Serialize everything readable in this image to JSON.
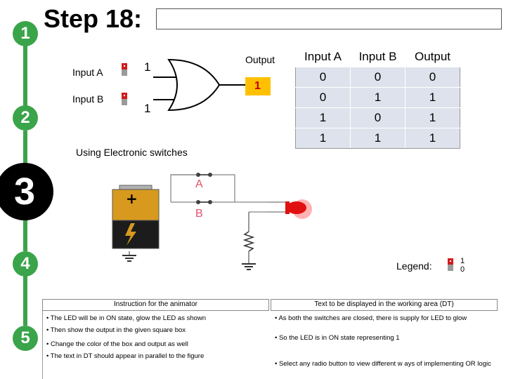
{
  "title": "Step 18:",
  "steps": [
    "1",
    "2",
    "3",
    "4",
    "5"
  ],
  "labels": {
    "input_a": "Input A",
    "input_b": "Input B",
    "value_a": "1",
    "value_b": "1",
    "output": "Output",
    "output_value": "1",
    "electronic_switches": "Using Electronic switches",
    "switch_a": "A",
    "switch_b": "B",
    "legend": "Legend:",
    "legend_on": "1",
    "legend_off": "0"
  },
  "colors": {
    "step_green": "#3aa44a",
    "output_box": "#ffc000",
    "led_red": "#e01010",
    "table_fill": "#dde2ec"
  },
  "truth_table": {
    "headers": [
      "Input A",
      "Input B",
      "Output"
    ],
    "rows": [
      [
        "0",
        "0",
        "0"
      ],
      [
        "0",
        "1",
        "1"
      ],
      [
        "1",
        "0",
        "1"
      ],
      [
        "1",
        "1",
        "1"
      ]
    ]
  },
  "animator": {
    "heading": "Instruction for the animator",
    "items": [
      "The LED will be in ON state, glow the LED as shown",
      "Then show the output in the given square box",
      "Change the color of the box and output as well",
      "The text in DT should appear  in parallel to the figure"
    ]
  },
  "dt": {
    "heading": "Text to be displayed in the working area (DT)",
    "items": [
      "As both the switches are closed, there is supply for LED to glow",
      "So the LED is in ON state representing 1",
      "Select any radio button to view different w ays of implementing OR logic"
    ]
  }
}
